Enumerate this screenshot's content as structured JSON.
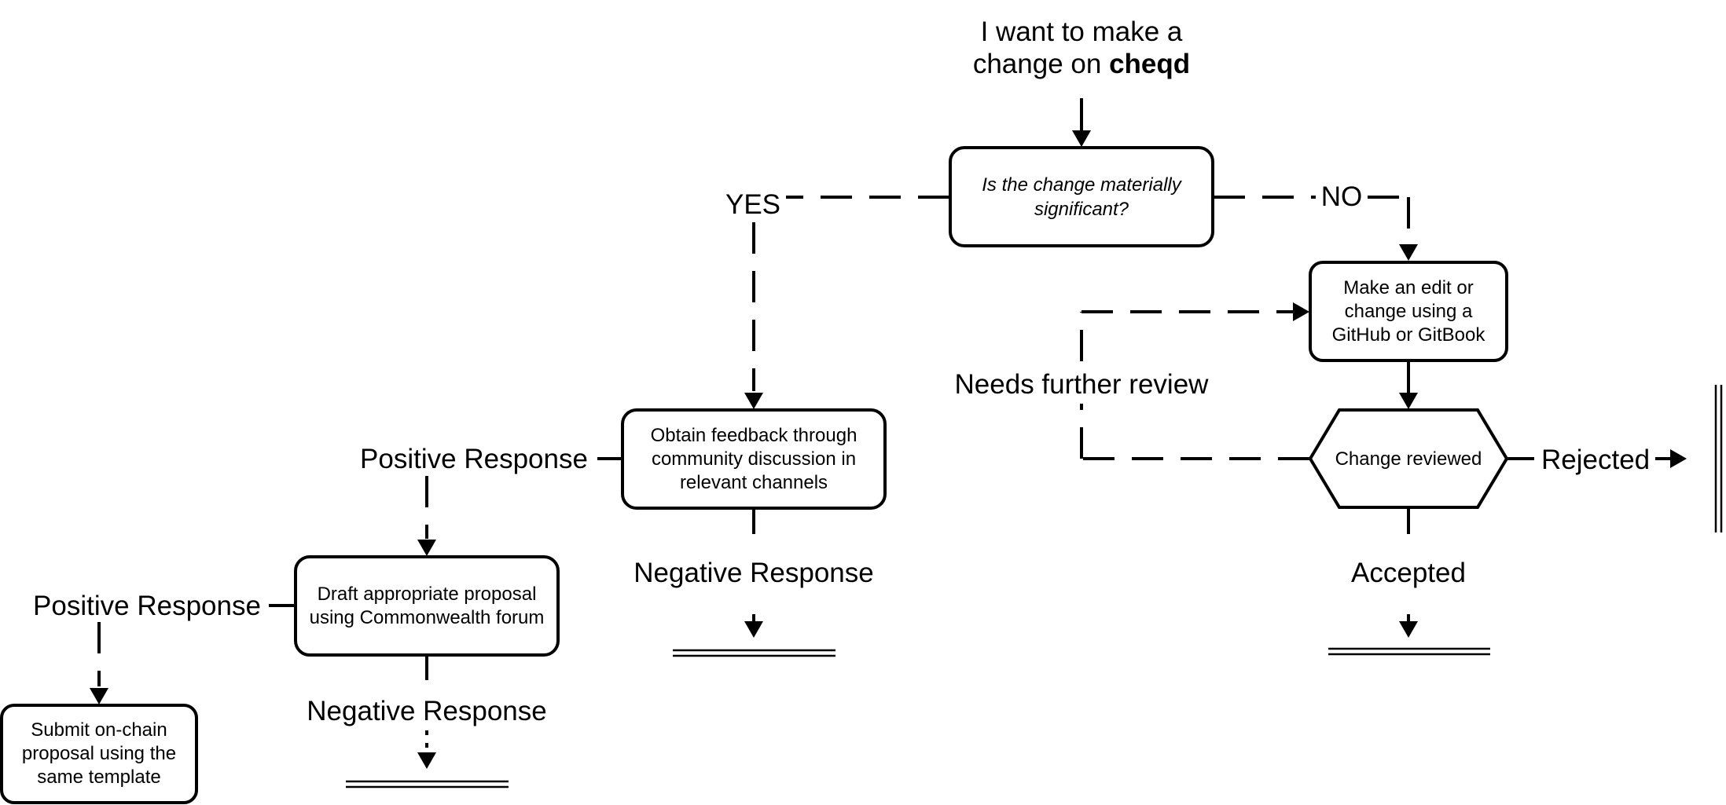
{
  "start": {
    "line1": "I want to make a",
    "line2_prefix": "change on ",
    "brand": "cheqd"
  },
  "decision": {
    "line1": "Is the change materially",
    "line2": "significant?"
  },
  "labels": {
    "yes": "YES",
    "no": "NO",
    "needs_review": "Needs further review",
    "rejected": "Rejected",
    "accepted": "Accepted",
    "positive_1": "Positive Response",
    "negative_1": "Negative Response",
    "positive_2": "Positive Response",
    "negative_2": "Negative Response"
  },
  "nodes": {
    "edit": {
      "line1": "Make an edit or",
      "line2": "change using a",
      "line3": "GitHub or GitBook"
    },
    "review": {
      "label": "Change reviewed"
    },
    "feedback": {
      "line1": "Obtain feedback through",
      "line2": "community discussion in",
      "line3": "relevant channels"
    },
    "draft": {
      "line1": "Draft appropriate proposal",
      "line2": "using Commonwealth forum"
    },
    "submit": {
      "line1": "Submit on-chain",
      "line2": "proposal using the",
      "line3": "same template"
    }
  }
}
